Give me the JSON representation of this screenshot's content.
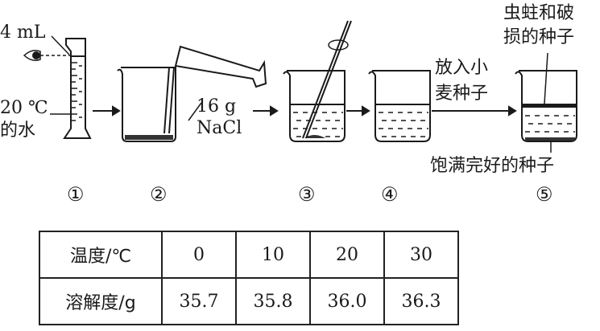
{
  "diagram": {
    "step1": {
      "label_volume": "4 mL",
      "label_water_line1": "20 ℃",
      "label_water_line2": "的水",
      "number": "①"
    },
    "step2": {
      "label_mass": "16 g",
      "label_substance": "NaCl",
      "number": "②"
    },
    "step3": {
      "number": "③"
    },
    "step4": {
      "number": "④",
      "arrow_label_line1": "放入小",
      "arrow_label_line2": "麦种子"
    },
    "step5": {
      "number": "⑤",
      "top_label_line1": "虫蛀和破",
      "top_label_line2": "损的种子",
      "bottom_label": "饱满完好的种子"
    }
  },
  "table": {
    "rows": [
      {
        "header": "温度/℃",
        "values": [
          "0",
          "10",
          "20",
          "30"
        ]
      },
      {
        "header": "溶解度/g",
        "values": [
          "35.7",
          "35.8",
          "36.0",
          "36.3"
        ]
      }
    ]
  },
  "chart_data": {
    "type": "table",
    "title": "NaCl solubility vs temperature",
    "columns": [
      "温度/℃",
      "溶解度/g"
    ],
    "x": [
      0,
      10,
      20,
      30
    ],
    "values": [
      35.7,
      35.8,
      36.0,
      36.3
    ],
    "xlabel": "温度/℃",
    "ylabel": "溶解度/g"
  }
}
